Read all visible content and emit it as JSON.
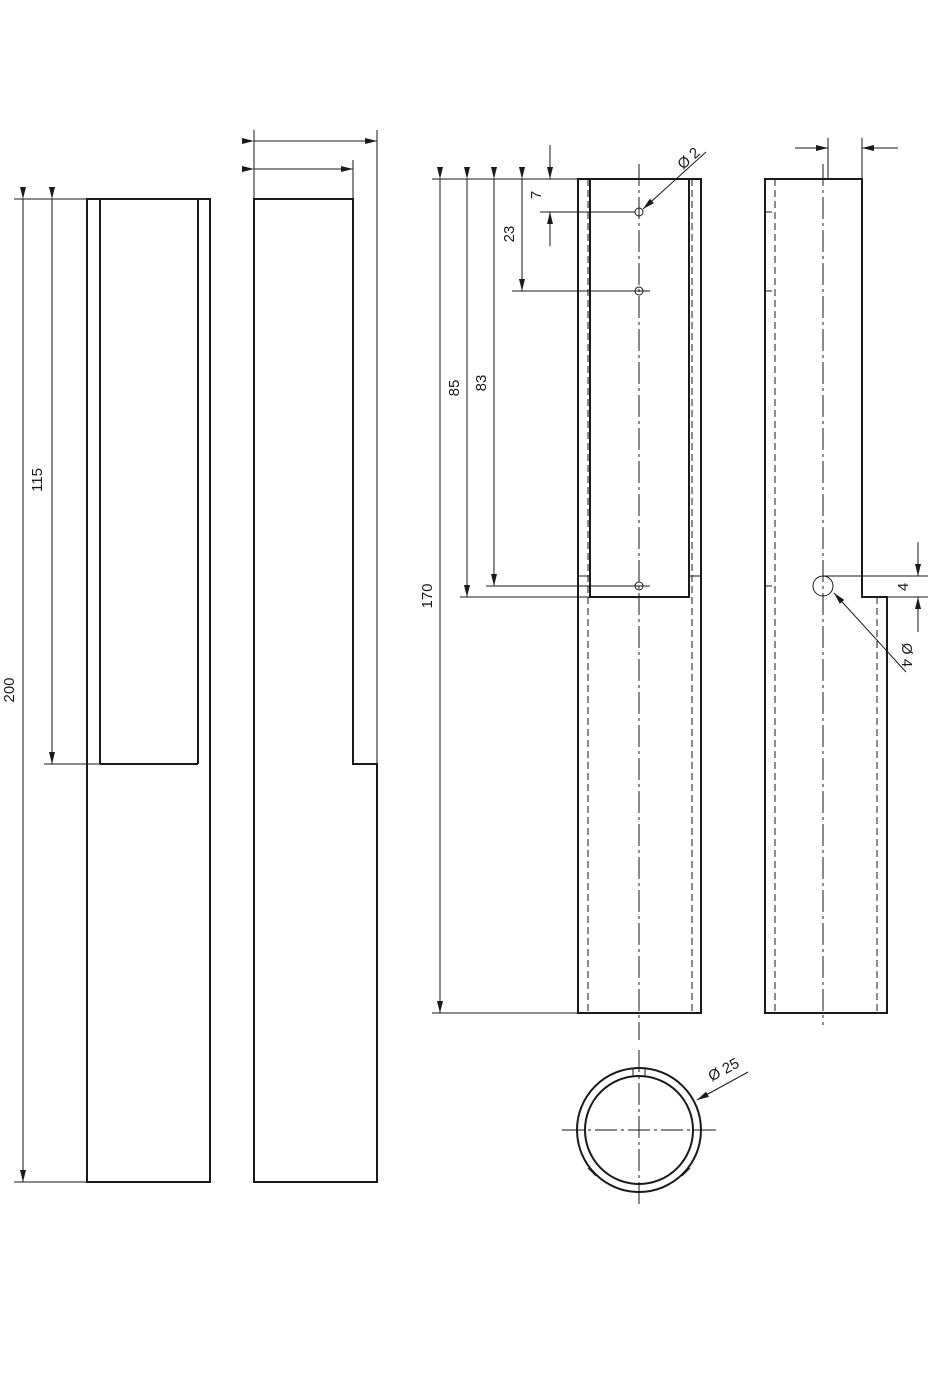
{
  "dimensions": {
    "total_length_left": "200",
    "slot_length": "115",
    "overall_length": "170",
    "hole_pos_85": "85",
    "hole_pos_83": "83",
    "hole_spacing_23": "23",
    "hole_offset_7": "7",
    "hole_dia_2": "Ø 2",
    "notch_height_4": "4",
    "notch_dia_4": "Ø 4",
    "tube_dia_25": "Ø 25"
  },
  "colors": {
    "line": "#1a1a1a",
    "background": "#ffffff"
  }
}
